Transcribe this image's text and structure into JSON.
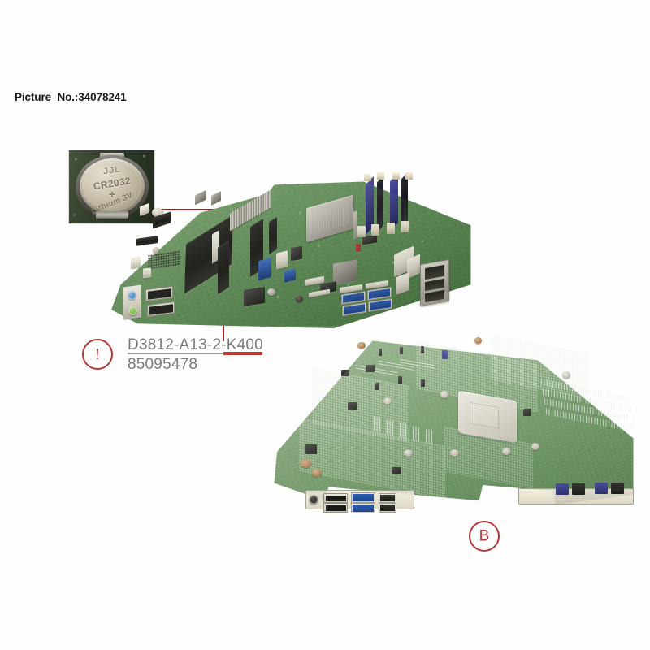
{
  "document": {
    "picture_no_label": "Picture_No.:34078241",
    "background_color": "#ffffff"
  },
  "colors": {
    "accent_red": "#b4373a",
    "leader_red": "#9e1f1f",
    "underline_red": "#c0392f",
    "text_gray": "#7a7a7a",
    "header_text": "#1b1b1b",
    "pcb_green": "#6e9862",
    "dimm_blue": "#2f3278",
    "usb_blue": "#1d4490"
  },
  "battery_inset": {
    "name": "cr2032-battery-closeup",
    "brand": "JJL",
    "model": "CR2032",
    "polarity": "+",
    "chemistry": "Lithium 3V"
  },
  "leaders": [
    {
      "name": "leader-battery",
      "orientation": "horizontal",
      "from": "battery-inset",
      "to": "battery-socket-on-board"
    },
    {
      "name": "leader-part",
      "orientation": "vertical",
      "from": "pcie-slot-on-board",
      "to": "part-number-label"
    }
  ],
  "callouts": {
    "warning": {
      "symbol": "!",
      "meaning": "attention-notice"
    },
    "variant_b": {
      "symbol": "B",
      "meaning": "view-b-bottom-side"
    }
  },
  "labels": {
    "part_number": "D3812-A13-2-K400",
    "material_number": "85095478",
    "part_number_suffix_highlighted": "K400"
  },
  "boards": {
    "top_view": {
      "name": "mainboard-top-view",
      "description": "server mainboard component side"
    },
    "bottom_view": {
      "name": "mainboard-bottom-view",
      "description": "server mainboard solder side"
    }
  }
}
